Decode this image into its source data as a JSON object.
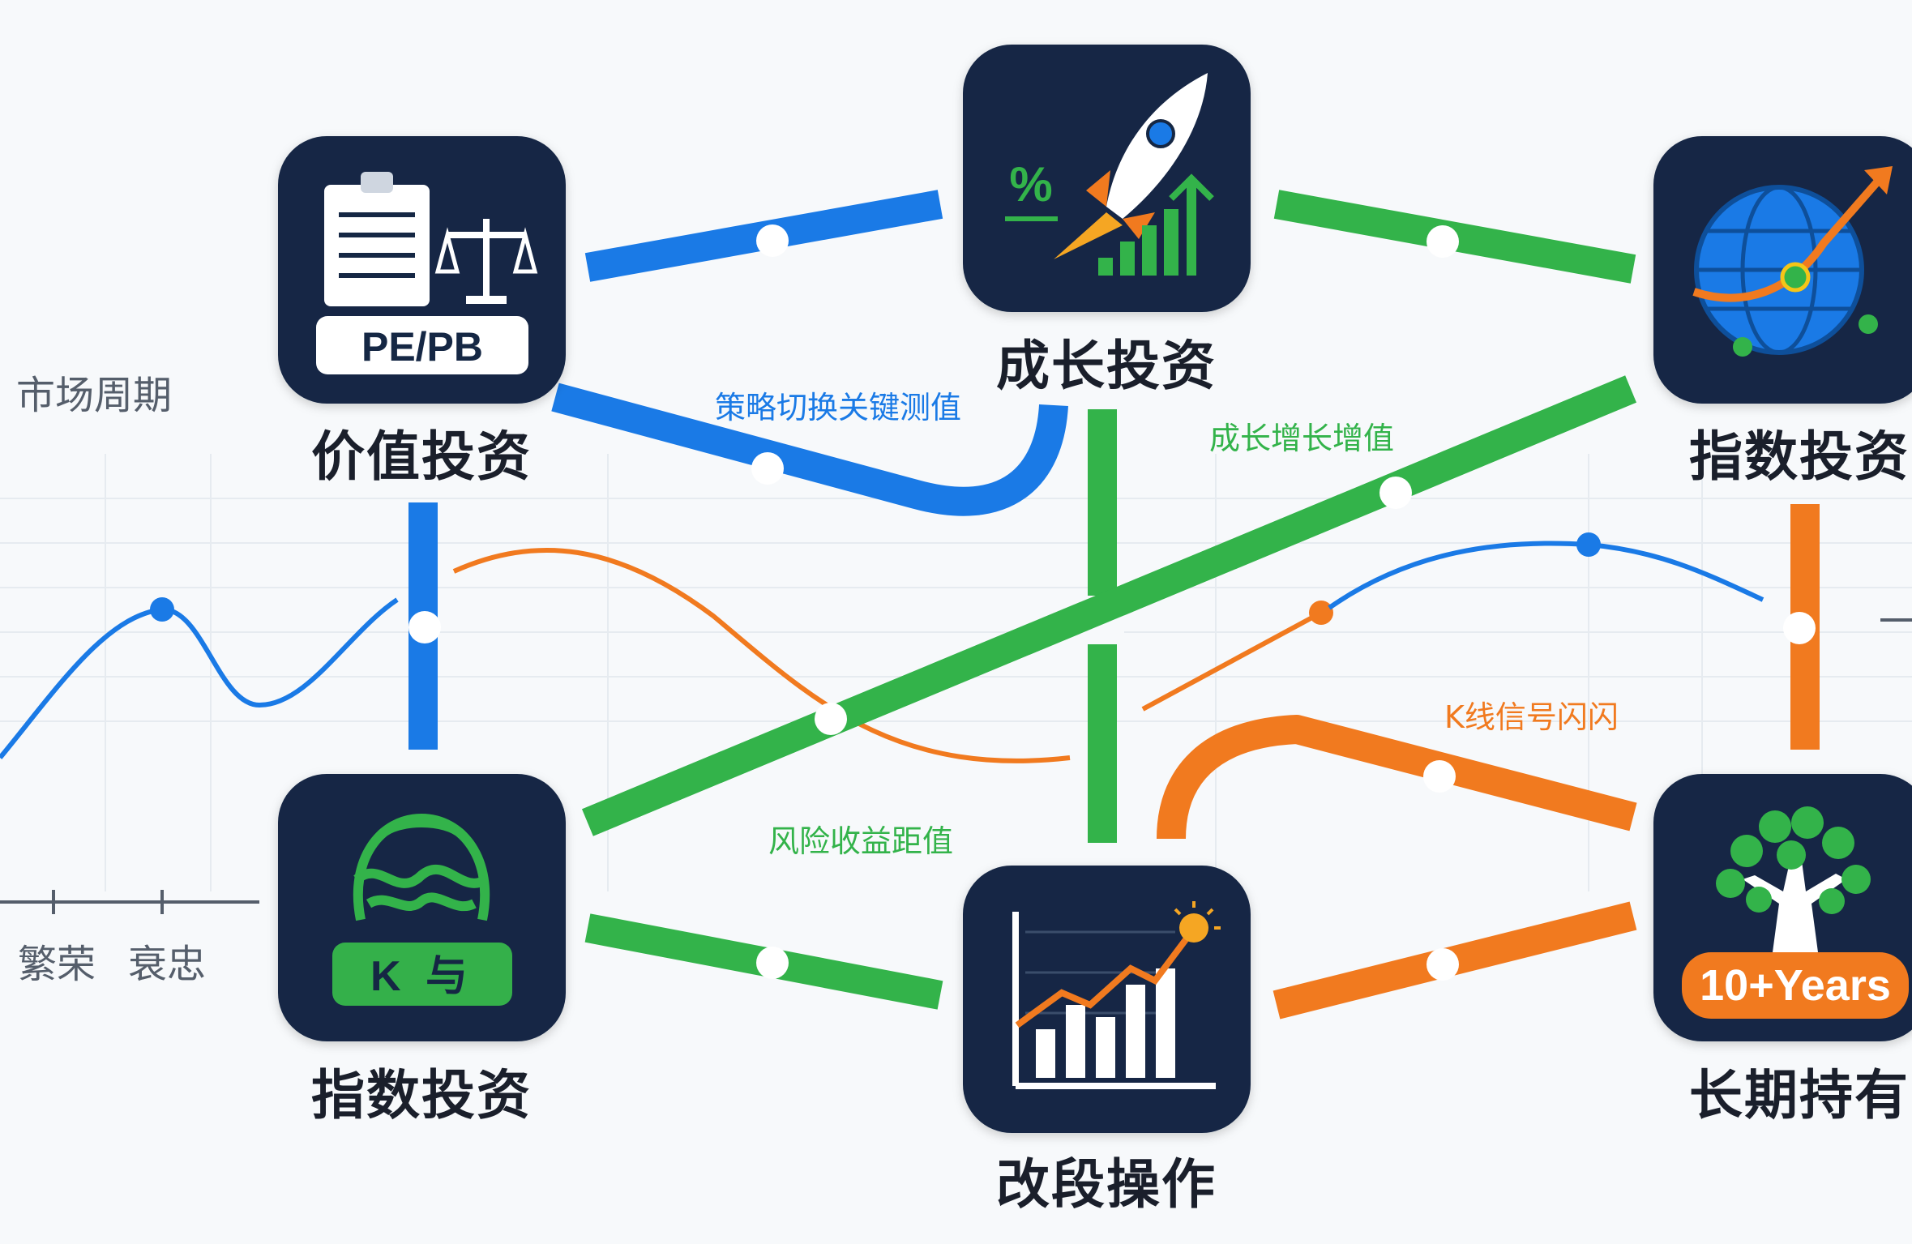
{
  "axis": {
    "title": "市场周期",
    "tick_labels": [
      "繁荣",
      "衰忠"
    ]
  },
  "nodes": {
    "value_investing": {
      "label": "价值投资",
      "badge": "PE/PB"
    },
    "growth_investing": {
      "label": "成长投资",
      "icon_text": "%"
    },
    "index_investing_top": {
      "label": "指数投资"
    },
    "index_investing_bottom": {
      "label": "指数投资",
      "badge": "K 与"
    },
    "band_trading": {
      "label": "改段操作"
    },
    "long_term_holding": {
      "label": "长期持有",
      "badge": "10+Years"
    }
  },
  "routes": {
    "strategy_switch": {
      "label": "策略切换关键测值"
    },
    "growth_increment": {
      "label": "成长增长增值"
    },
    "risk_return": {
      "label": "风险收益距值"
    },
    "k_line_signal": {
      "label": "K线信号闪闪"
    }
  },
  "colors": {
    "tile": "#152744",
    "blue": "#1a7ae6",
    "green": "#33b34a",
    "orange": "#f17a1f",
    "badge_white": "#ffffff",
    "badge_green": "#34b04a",
    "badge_orange": "#f17a1f"
  },
  "icons": {
    "value_investing": "clipboard-scale-icon",
    "growth_investing": "rocket-growth-icon",
    "index_investing_top": "globe-trend-icon",
    "index_investing_bottom": "coin-wave-icon",
    "band_trading": "bar-chart-trend-icon",
    "long_term_holding": "tree-icon"
  }
}
